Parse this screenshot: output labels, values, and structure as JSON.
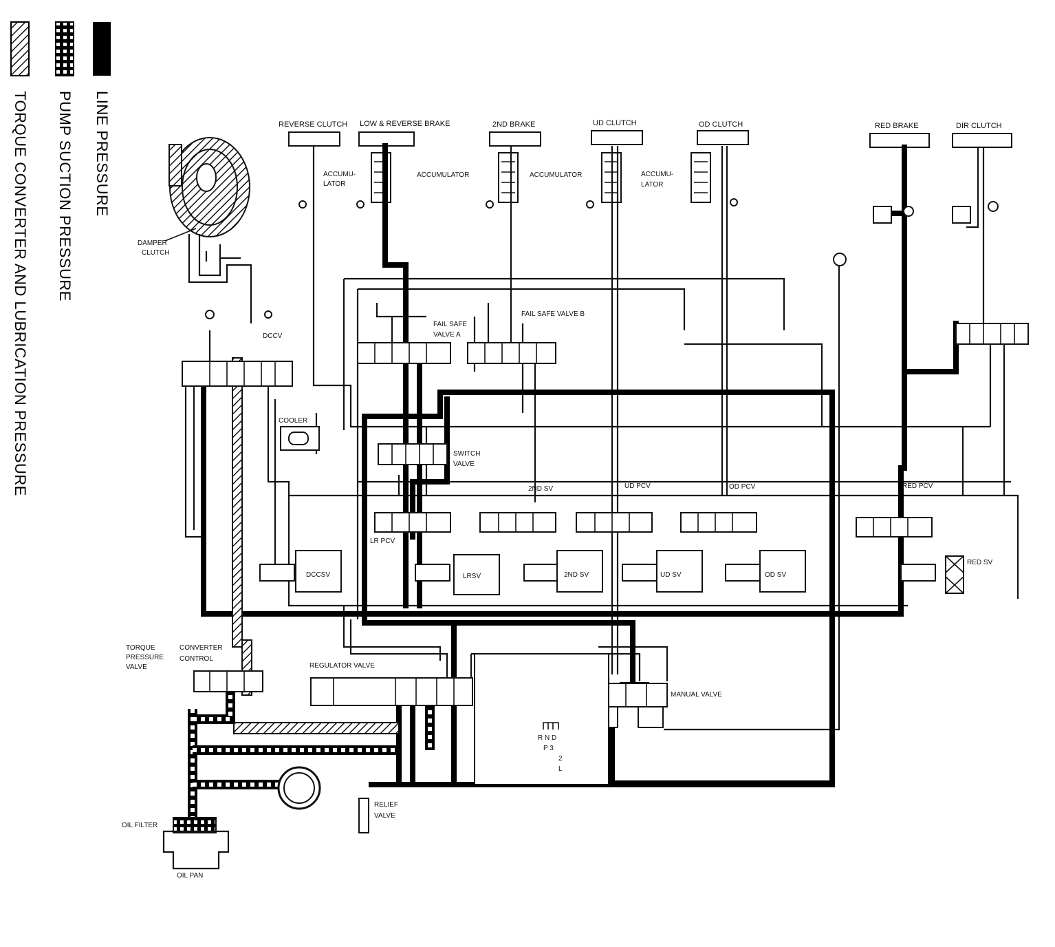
{
  "legend": {
    "line_pressure": "LINE PRESSURE",
    "pump_suction": "PUMP SUCTION PRESSURE",
    "torque_converter": "TORQUE CONVERTER AND LUBRICATION PRESSURE"
  },
  "labels": {
    "reverse_clutch": "REVERSE CLUTCH",
    "low_reverse_brake": "LOW &  REVERSE BRAKE",
    "second_brake": "2ND BRAKE",
    "ud_clutch": "UD CLUTCH",
    "od_clutch": "OD CLUTCH",
    "red_brake": "RED BRAKE",
    "dir_clutch": "DIR CLUTCH",
    "accumu_1a": "ACCUMU-",
    "accumu_1b": "LATOR",
    "accumulator_2": "ACCUMULATOR",
    "accumulator_3": "ACCUMULATOR",
    "accumu_4a": "ACCUMU-",
    "accumu_4b": "LATOR",
    "damper_clutch_a": "DAMPER",
    "damper_clutch_b": "CLUTCH",
    "dccv": "DCCV",
    "fail_safe_a_1": "FAIL SAFE",
    "fail_safe_a_2": "VALVE A",
    "fail_safe_b": "FAIL SAFE VALVE B",
    "cooler": "COOLER",
    "switch_valve_1": "SWITCH",
    "switch_valve_2": "VALVE",
    "second_sv": "2ND SV",
    "ud_pcv": "UD PCV",
    "od_pcv": "OD PCV",
    "red_pcv": "RED PCV",
    "lr_pcv": "LR PCV",
    "dccsv": "DCCSV",
    "lrsv": "LRSV",
    "second_sv_sol": "2ND SV",
    "ud_sv": "UD SV",
    "od_sv": "OD SV",
    "red_sv": "RED SV",
    "torque_pv_1": "TORQUE",
    "torque_pv_2": "PRESSURE",
    "torque_pv_3": "VALVE",
    "converter_control_1": "CONVERTER",
    "converter_control_2": "CONTROL",
    "regulator_valve": "REGULATOR VALVE",
    "manual_valve": "MANUAL VALVE",
    "relief_valve_1": "RELIEF",
    "relief_valve_2": "VALVE",
    "oil_filter": "OIL FILTER",
    "oil_pan": "OIL PAN",
    "gear_row1": "R  N  D",
    "gear_row2": "P    3",
    "gear_row3": "2",
    "gear_row4": "L"
  }
}
